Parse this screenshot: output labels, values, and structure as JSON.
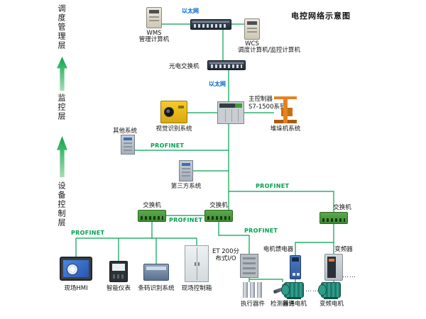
{
  "title": "电控网络示意图",
  "layers": {
    "dispatch": "调度管理层",
    "monitor": "监控层",
    "device": "设备控制层"
  },
  "net": {
    "ethernet": "以太网",
    "profinet": "PROFINET"
  },
  "colors": {
    "line_green": "#00a050",
    "ethernet_blue": "#0066cc",
    "arrow_green": "#0ca64a"
  },
  "nodes": {
    "wms": {
      "name": "WMS",
      "desc": "管理计算机"
    },
    "wcs": {
      "name": "WCS",
      "desc": "调度计算机/监控计算机"
    },
    "optical_switch": "光电交换机",
    "plc_name": "主控制器",
    "plc_model": "S7-1500系列",
    "vision": "视觉识别系统",
    "stacker": "堆垛机系统",
    "other": "其他系统",
    "third_party": "第三方系统",
    "switch": "交换机",
    "hmi": "现场HMI",
    "meter": "智能仪表",
    "barcode": "条码识别系统",
    "control_box": "现场控制箱",
    "et200": "ET 200分布式I/O",
    "actuator": "执行器件",
    "detector": "检测器件",
    "motor_feeder": "电机馈电器",
    "motor": "普通电机",
    "vfd": "变频器",
    "vf_motor": "变频电机",
    "ellipsis": "……"
  }
}
